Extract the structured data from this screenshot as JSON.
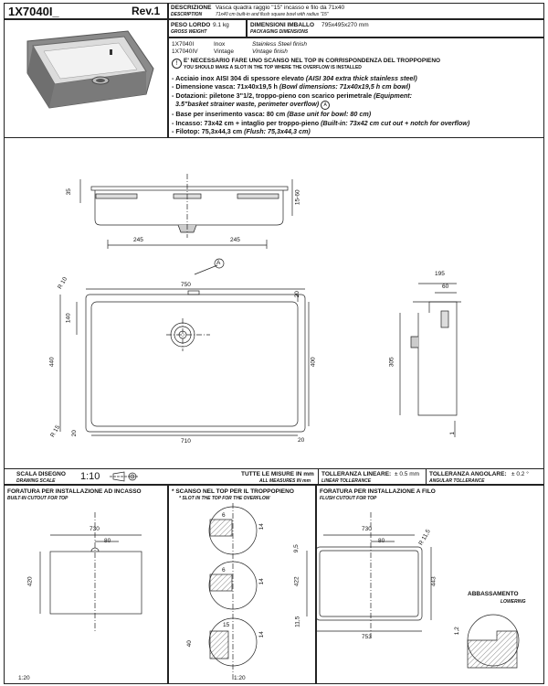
{
  "header": {
    "code": "1X7040I_",
    "rev": "Rev.1",
    "descr_label": "DESCRIZIONE",
    "descr_label_en": "DESCRIPTION",
    "descr_text": "Vasca quadra raggio \"15\" incasso e filo da 71x40",
    "descr_text_en": "71x40 cm built-in and flush square bowl with radius \"15\"",
    "weight_label": "PESO LORDO",
    "weight_value": "9.1 kg",
    "weight_label_en": "GROSS WEIGHT",
    "pack_label": "DIMENSIONI IMBALLO",
    "pack_value": "795x495x270 mm",
    "pack_label_en": "PACKAGING DIMENSIONS"
  },
  "variants": [
    {
      "code": "1X7040I",
      "finish": "Inox",
      "finish_en": "Stainless Steel finish"
    },
    {
      "code": "1X7040IV",
      "finish": "Vintage",
      "finish_en": "Vintage finish"
    }
  ],
  "warning": {
    "icon": "!",
    "text": "E' NECESSARIO FARE UNO SCANSO NEL TOP IN CORRISPONDENZA DEL TROPPOPIENO",
    "text_en": "YOU SHOULD MAKE A SLOT IN THE TOP WHERE THE OVERFLOW IS INSTALLED"
  },
  "specs": [
    {
      "it": "- Acciaio inox AISI 304 di spessore elevato",
      "en": "(AISI 304 extra thick stainless steel)"
    },
    {
      "it": "- Dimensione vasca: 71x40x19,5 h",
      "en": "(Bowl dimensions: 71x40x19,5 h cm bowl)"
    },
    {
      "it": "- Dotazioni: piletone 3\"1/2, troppo-pieno con scarico perimetrale",
      "en": "(Equipment:"
    },
    {
      "it": "",
      "en": "3.5\"basket strainer waste, perimeter overflow)"
    },
    {
      "it": "- Base per inserimento vasca: 80 cm",
      "en": "(Base unit for bowl: 80 cm)"
    },
    {
      "it": "- Incasso: 73x42 cm + intaglio per troppo-pieno",
      "en": "(Built-in: 73x42 cm cut out + notch for overflow)"
    },
    {
      "it": "- Filotop: 75,3x44,3 cm",
      "en": "(Flush: 75,3x44,3 cm)"
    }
  ],
  "detail_marker": "A",
  "dims": {
    "front_h1": "35",
    "front_h2": "15-60",
    "front_left": "245",
    "front_right": "245",
    "plan_w_outer": "750",
    "plan_w_inner": "710",
    "plan_h_outer": "440",
    "plan_h_inner": "400",
    "plan_drain": "140",
    "plan_r10": "R 10",
    "plan_r15": "R 15",
    "plan_20a": "20",
    "plan_20b": "20",
    "plan_20c": "20",
    "side_w": "195",
    "side_60": "60",
    "side_h": "305",
    "side_1": "1"
  },
  "scale_bar": {
    "label": "SCALA DISEGNO",
    "label_en": "DRAWING SCALE",
    "value": "1:10",
    "units": "TUTTE LE MISURE IN mm",
    "units_en": "ALL MEASURES IN mm",
    "tol_lin_label": "TOLLERANZA LINEARE:",
    "tol_lin_value": "± 0.5 mm",
    "tol_lin_en": "LINEAR TOLLERANCE",
    "tol_ang_label": "TOLLERANZA ANGOLARE:",
    "tol_ang_value": "± 0.2 °",
    "tol_ang_en": "ANGULAR TOLLERANCE"
  },
  "builtin": {
    "title": "FORATURA PER INSTALLAZIONE AD INCASSO",
    "title_en": "BUILT-IN CUTOUT FOR TOP",
    "w": "730",
    "offset": "80",
    "h": "420",
    "scale": "1:20"
  },
  "slot": {
    "title": "* SCANSO NEL TOP PER IL TROPPOPIENO",
    "title_en": "* SLOT IN THE TOP FOR THE OVERFLOW",
    "d1_a": "6",
    "d1_b": "14",
    "d2_a": "6",
    "d2_b": "14",
    "d3_a": "15",
    "d3_b": "14",
    "d3_c": "40",
    "scale": "1:20"
  },
  "flush": {
    "title": "FORATURA PER INSTALLAZIONE A FILO",
    "title_en": "FLUSH CUTOUT FOR TOP",
    "w_top": "730",
    "offset": "80",
    "r": "R 11,5",
    "left_top": "9,5",
    "left_mid": "422",
    "left_bot": "11,5",
    "right": "443",
    "w_bot": "753",
    "lowering": "ABBASSAMENTO",
    "lowering_en": "LOWERING",
    "lowering_dim": "1,2"
  }
}
